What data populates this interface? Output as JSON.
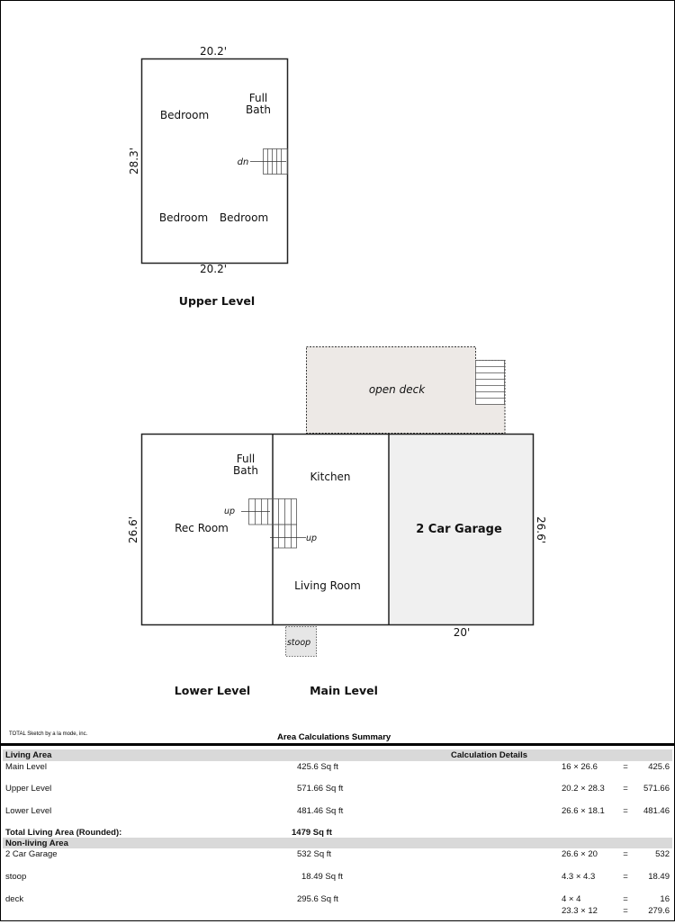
{
  "upper_level": {
    "title": "Upper Level",
    "dim_top": "20.2'",
    "dim_bottom": "20.2'",
    "dim_left": "28.3'",
    "rooms": [
      "Bedroom",
      "Full",
      "Bath",
      "Bedroom",
      "Bedroom"
    ],
    "stair_label": "dn"
  },
  "main_plan": {
    "deck_label": "open deck",
    "rooms": {
      "full_bath_1": "Full",
      "full_bath_2": "Bath",
      "kitchen": "Kitchen",
      "rec_room": "Rec Room",
      "garage": "2 Car Garage",
      "living_room": "Living Room",
      "stoop": "stoop"
    },
    "stair_up_1": "up",
    "stair_up_2": "up",
    "dim_left": "26.6'",
    "dim_right": "26.6'",
    "dim_bottom": "20'",
    "lower_level_title": "Lower Level",
    "main_level_title": "Main Level"
  },
  "summary": {
    "credit": "TOTAL Sketch by a la mode, inc.",
    "title": "Area Calculations Summary",
    "living_header": "Living Area",
    "calc_header": "Calculation Details",
    "living_rows": [
      {
        "name": "Main Level",
        "area": "425.6 Sq ft",
        "calc": "16 × 26.6",
        "eq": "=",
        "result": "425.6"
      },
      {
        "name": "Upper Level",
        "area": "571.66 Sq ft",
        "calc": "20.2 × 28.3",
        "eq": "=",
        "result": "571.66"
      },
      {
        "name": "Lower Level",
        "area": "481.46 Sq ft",
        "calc": "26.6 × 18.1",
        "eq": "=",
        "result": "481.46"
      }
    ],
    "total_label": "Total Living Area (Rounded):",
    "total_value": "1479 Sq ft",
    "nonliving_header": "Non-living Area",
    "nonliving_rows": [
      {
        "name": "2 Car Garage",
        "area": "532 Sq ft",
        "calc": "26.6 × 20",
        "eq": "=",
        "result": "532"
      },
      {
        "name": "stoop",
        "area": "18.49 Sq ft",
        "calc": "4.3 × 4.3",
        "eq": "=",
        "result": "18.49"
      },
      {
        "name": "deck",
        "area": "295.6 Sq ft",
        "calc": "4 × 4",
        "eq": "=",
        "result": "16",
        "calc2": "23.3 × 12",
        "eq2": "=",
        "result2": "279.6"
      }
    ]
  }
}
